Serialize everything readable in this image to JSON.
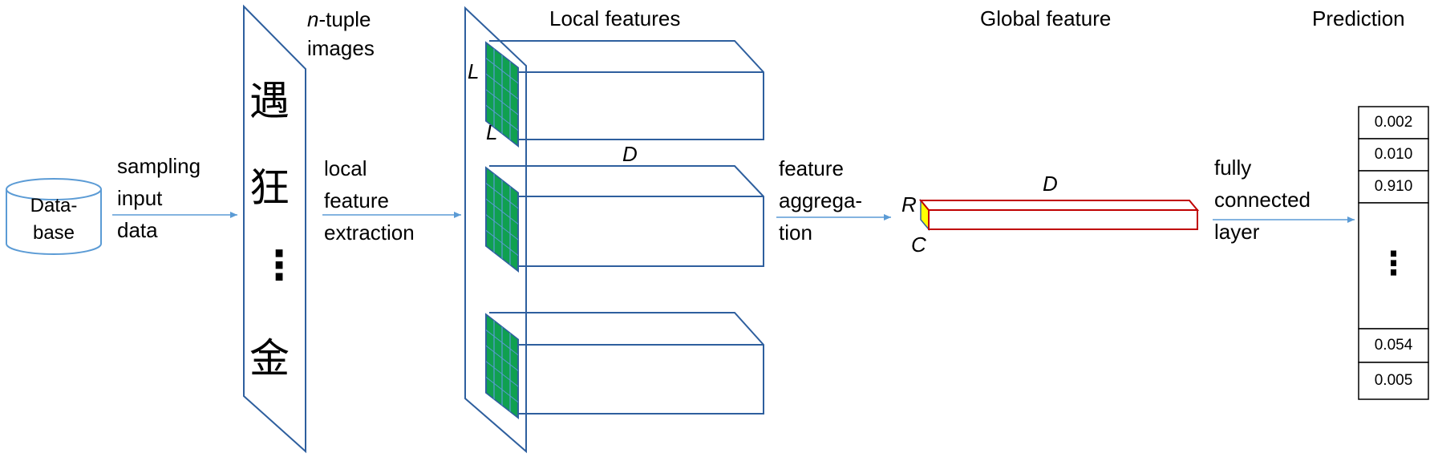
{
  "headers": {
    "tuple_prefix": "n",
    "tuple_line1": "-tuple",
    "tuple_line2": "images",
    "local": "Local features",
    "global": "Global feature",
    "prediction": "Prediction"
  },
  "database_label": [
    "Data-",
    "base"
  ],
  "steps": {
    "sampling": [
      "sampling",
      "input",
      "data"
    ],
    "extraction": [
      "local",
      "feature",
      "extraction"
    ],
    "aggregation": [
      "feature",
      "aggrega-",
      "tion"
    ],
    "fc": [
      "fully",
      "connected",
      "layer"
    ]
  },
  "characters": [
    "遇",
    "狂",
    "⋮",
    "金"
  ],
  "dims": {
    "L": "L",
    "D": "D",
    "R": "R",
    "C": "C"
  },
  "predictions": [
    "0.002",
    "0.010",
    "0.910",
    "0.054",
    "0.005"
  ],
  "prediction_ellipsis": "⋮",
  "colors": {
    "line_blue": "#2e5f9e",
    "arrow_blue": "#5b9bd5",
    "grid_green": "#10a050",
    "global_red": "#c00000",
    "global_yellow": "#ffff00"
  }
}
